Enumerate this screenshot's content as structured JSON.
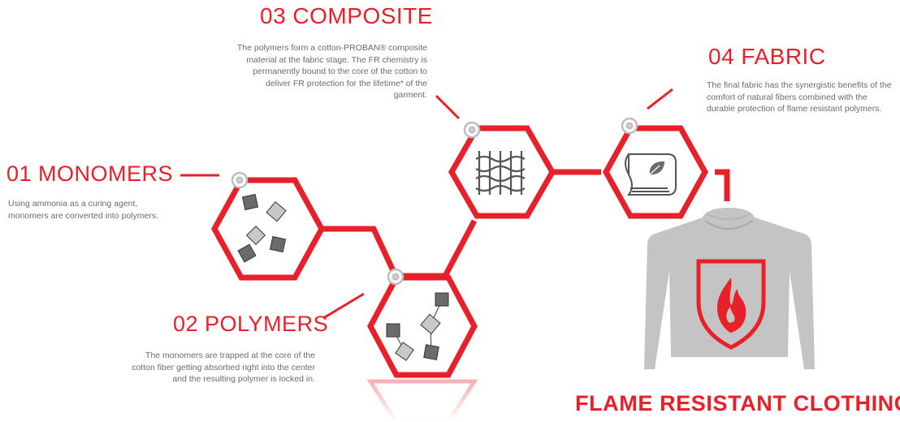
{
  "colors": {
    "accent": "#e8202a",
    "icon_gray": "#6b6b6b",
    "light_gray": "#c4c4c4",
    "text_gray": "#6b6b6b"
  },
  "steps": [
    {
      "title": "01 MONOMERS",
      "description": "Using ammonia as a curing agent, monomers are converted into polymers.",
      "icon": "scattered-squares-icon"
    },
    {
      "title": "02 POLYMERS",
      "description": "The monomers are trapped at the core of the cotton fiber getting absorbed right into the center and the resulting polymer is locked in.",
      "icon": "linked-squares-icon"
    },
    {
      "title": "03 COMPOSITE",
      "description": "The polymers form a cotton-PROBAN® composite material at the fabric stage. The FR chemistry is permanently bound to the core of the cotton to deliver FR protection for the lifetime* of the garment.",
      "icon": "woven-fabric-icon"
    },
    {
      "title": "04 FABRIC",
      "description": "The final fabric has the synergistic benefits of the comfort of natural fibers combined with the durable protection of flame resistant polymers.",
      "icon": "fabric-roll-leaf-icon"
    }
  ],
  "final": {
    "title": "FLAME RESISTANT CLOTHING",
    "icon": "sweatshirt-flame-shield-icon"
  }
}
